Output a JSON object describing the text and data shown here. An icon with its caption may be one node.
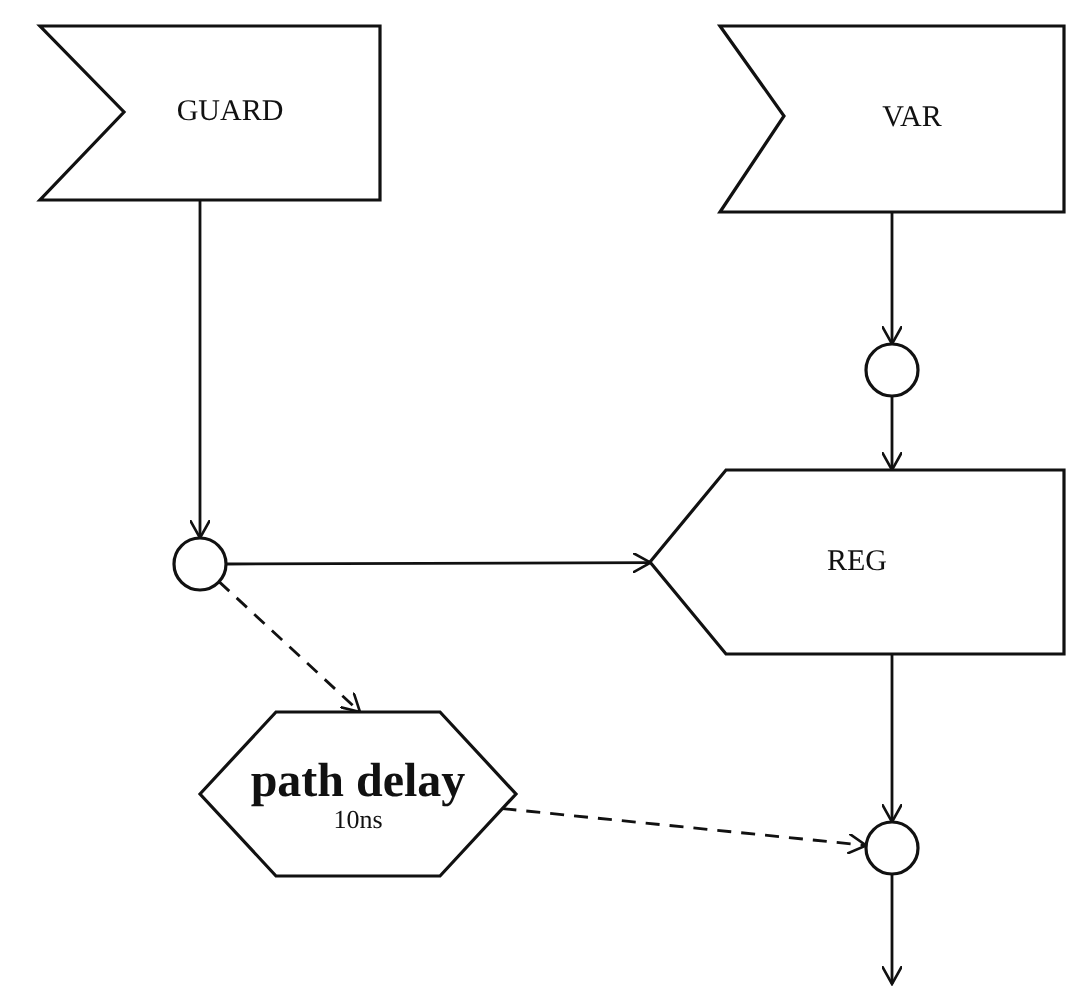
{
  "diagram": {
    "nodes": [
      {
        "text": [
          "GUARD"
        ]
      },
      {
        "text": [
          "VAR"
        ]
      },
      {
        "text": [],
        "shape": "circle"
      },
      {
        "text": [],
        "shape": "circle"
      },
      {
        "text": [
          "REG"
        ]
      },
      {
        "text": [
          "path delay",
          "10ns"
        ]
      },
      {
        "text": [],
        "shape": "circle"
      }
    ],
    "edges": [
      {
        "from": 0,
        "to": 3,
        "arrow": "to"
      },
      {
        "from": 1,
        "to": 2,
        "arrow": "to"
      },
      {
        "from": 2,
        "to": 4,
        "arrow": "to"
      },
      {
        "from": 3,
        "to": 4,
        "arrow": "to"
      },
      {
        "from": 3,
        "to": 5,
        "arrow": "to",
        "style": "dashed"
      },
      {
        "from": 4,
        "to": 6,
        "arrow": "to"
      },
      {
        "from": 5,
        "to": 6,
        "arrow": "to",
        "style": "dashed"
      },
      {
        "from": 6,
        "to": null,
        "arrow": "to"
      }
    ]
  }
}
